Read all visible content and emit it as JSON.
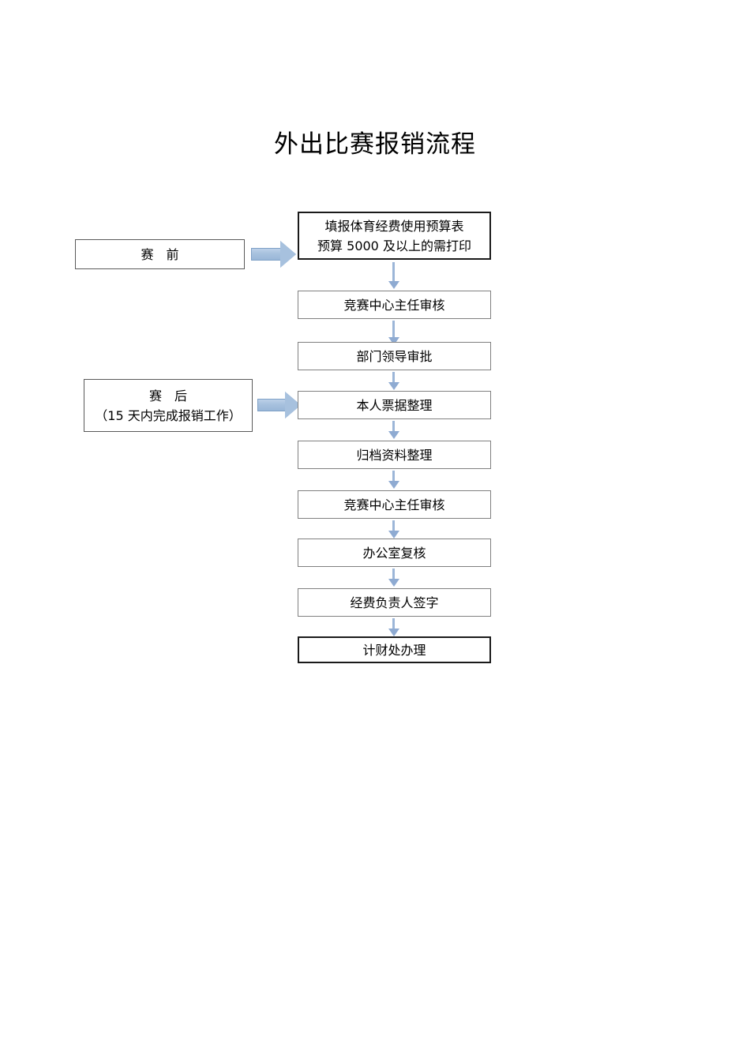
{
  "document": {
    "title": "外出比赛报销流程"
  },
  "stages": [
    {
      "name": "pre-competition",
      "lines": [
        "赛　前"
      ]
    },
    {
      "name": "post-competition",
      "lines": [
        "赛　后",
        "（15 天内完成报销工作）"
      ]
    }
  ],
  "flow": {
    "steps": [
      {
        "lines": [
          "填报体育经费使用预算表",
          "预算 5000 及以上的需打印"
        ],
        "emphasis": "thick"
      },
      {
        "lines": [
          "竞赛中心主任审核"
        ],
        "emphasis": "thin"
      },
      {
        "lines": [
          "部门领导审批"
        ],
        "emphasis": "thin"
      },
      {
        "lines": [
          "本人票据整理"
        ],
        "emphasis": "thin"
      },
      {
        "lines": [
          "归档资料整理"
        ],
        "emphasis": "thin"
      },
      {
        "lines": [
          "竞赛中心主任审核"
        ],
        "emphasis": "thin"
      },
      {
        "lines": [
          "办公室复核"
        ],
        "emphasis": "thin"
      },
      {
        "lines": [
          "经费负责人签字"
        ],
        "emphasis": "thin"
      },
      {
        "lines": [
          "计财处办理"
        ],
        "emphasis": "thick"
      }
    ]
  },
  "colors": {
    "arrow_fill": "#a7c1de",
    "arrow_stroke": "#7d9fc6",
    "connector": "#9cb6d8",
    "box_border_thin": "#808080",
    "box_border_thick": "#1a1a1a",
    "stage_border": "#595959",
    "text": "#000000",
    "background": "#ffffff"
  }
}
